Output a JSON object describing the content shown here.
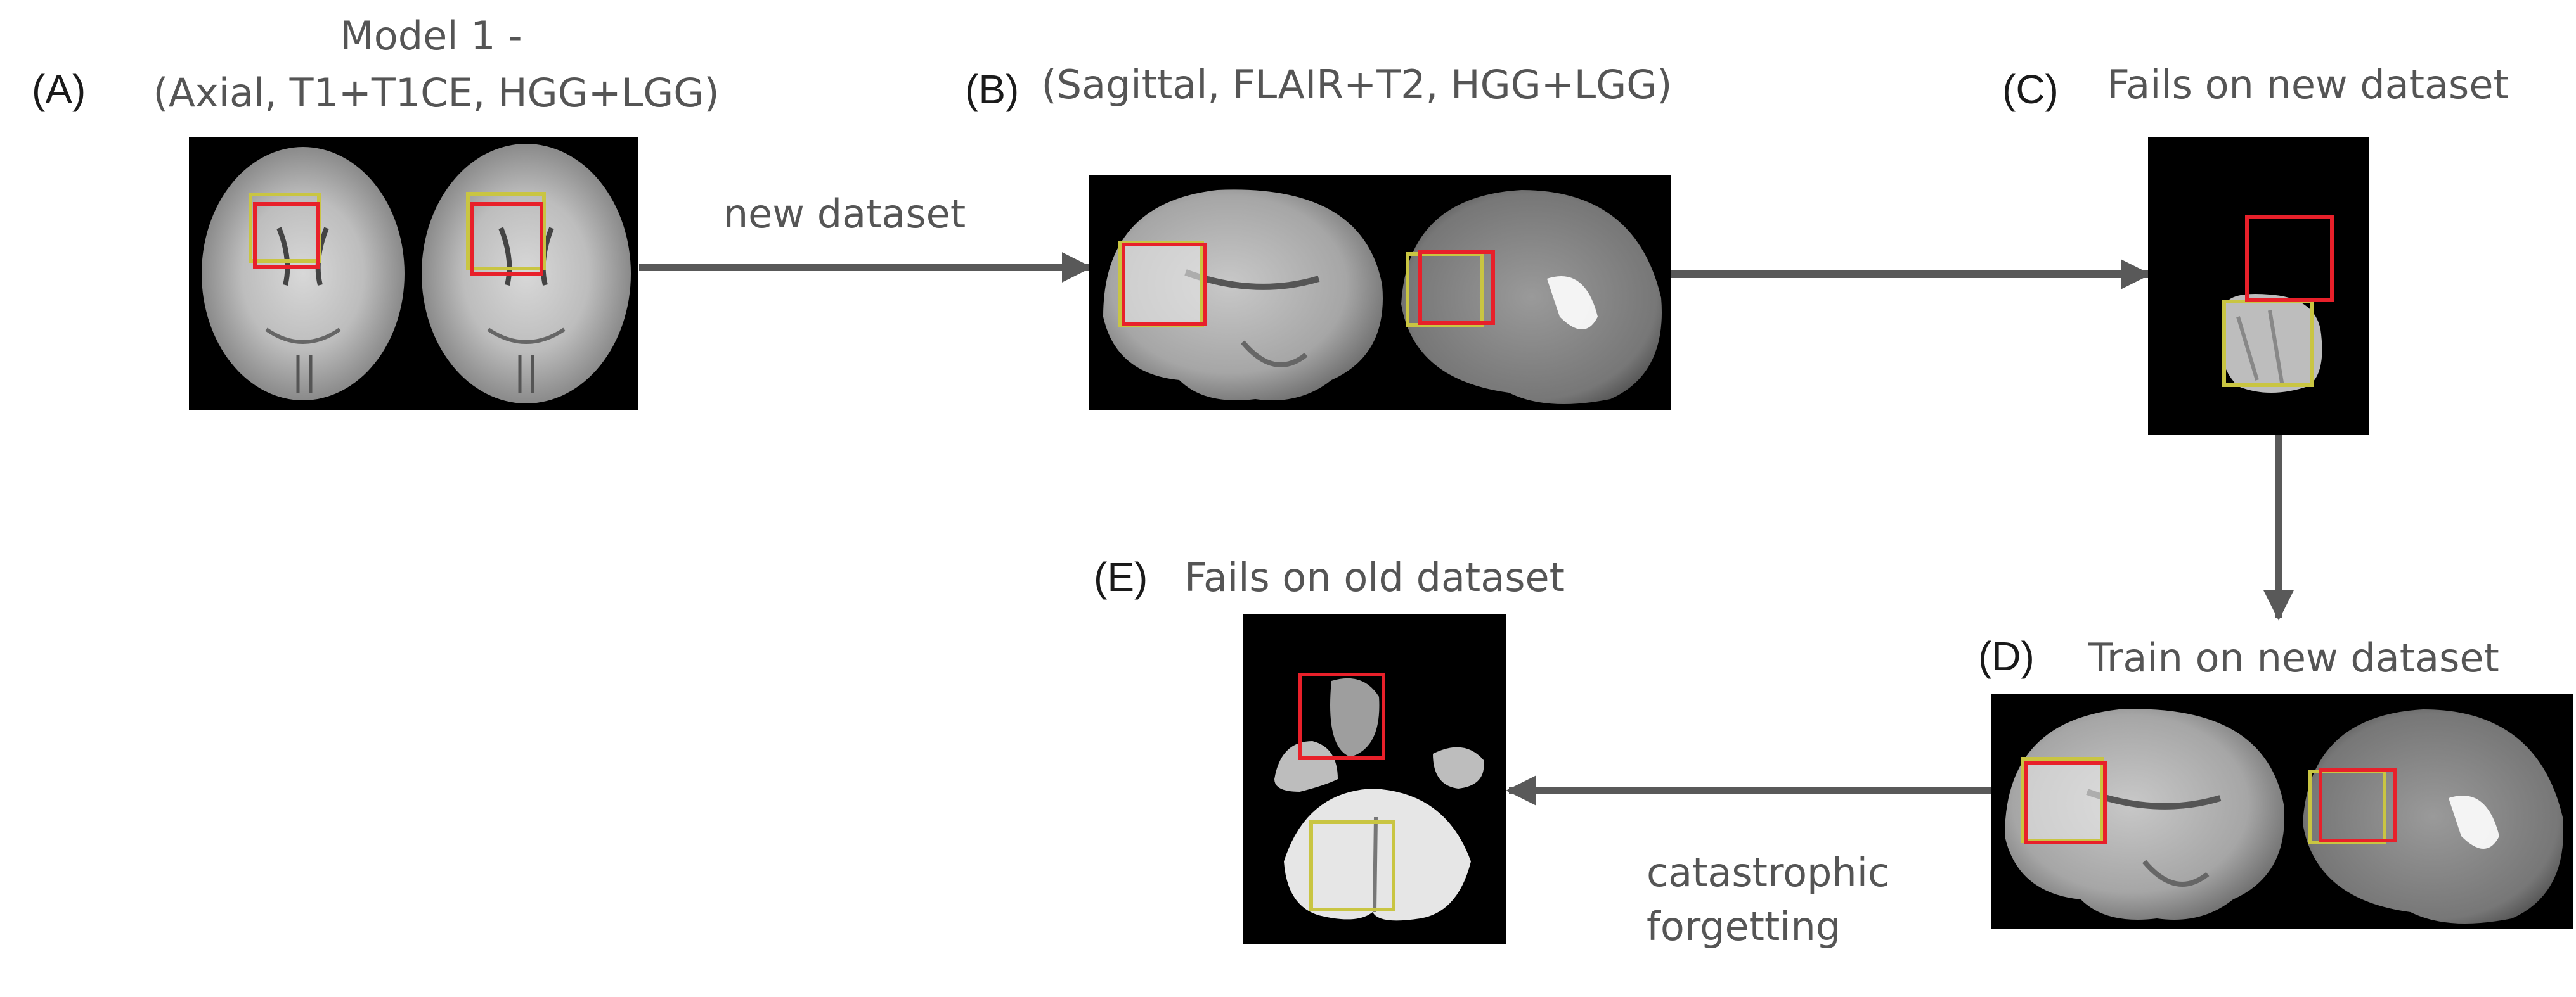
{
  "panels": {
    "a": {
      "label": "(A)",
      "caption_line1": "Model 1 -",
      "caption_line2": "(Axial, T1+T1CE, HGG+LGG)"
    },
    "b": {
      "label": "(B)",
      "caption": "(Sagittal, FLAIR+T2, HGG+LGG)"
    },
    "c": {
      "label": "(C)",
      "caption": "Fails on new dataset"
    },
    "d": {
      "label": "(D)",
      "caption": "Train on new dataset"
    },
    "e": {
      "label": "(E)",
      "caption": "Fails on old dataset"
    }
  },
  "edges": {
    "a_to_b": {
      "label": "new dataset"
    },
    "d_to_e": {
      "label_line1": "catastrophic",
      "label_line2": "forgetting"
    }
  },
  "colors": {
    "arrow": "#595959",
    "box_red": "#e8202a",
    "box_yellow": "#c9c542",
    "scan_bg": "#000000"
  }
}
